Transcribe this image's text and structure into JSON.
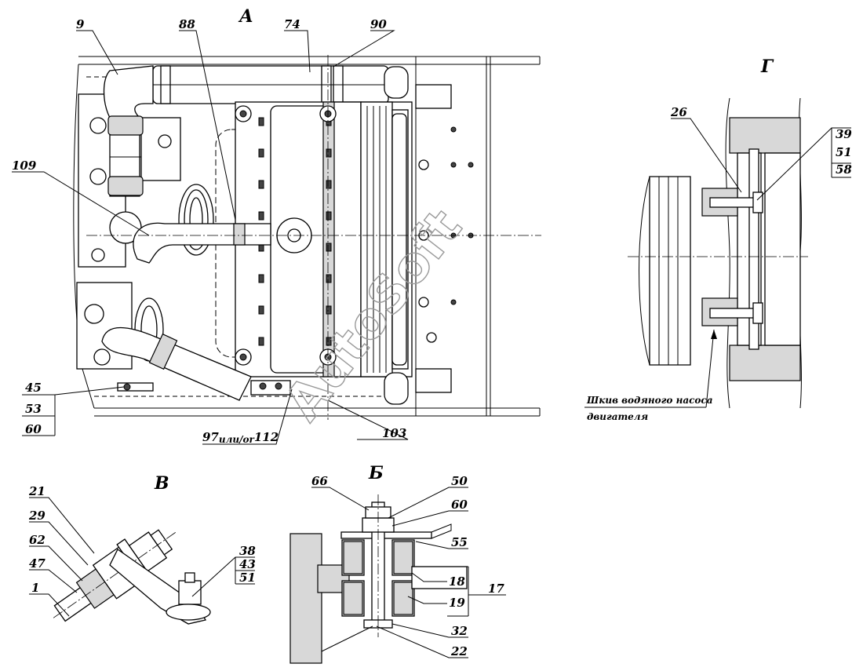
{
  "views": {
    "a": "А",
    "b": "Б",
    "v": "В",
    "g": "Г"
  },
  "callouts": {
    "main": {
      "c9": "9",
      "c88": "88",
      "c74": "74",
      "c90": "90",
      "c109": "109",
      "c45": "45",
      "c53": "53",
      "c60": "60",
      "c97": "97",
      "c97_suffix": "или/or",
      "c112": "112",
      "c103": "103"
    },
    "g": {
      "c26": "26",
      "c39": "39",
      "c51": "51",
      "c58": "58"
    },
    "v": {
      "c21": "21",
      "c29": "29",
      "c62": "62",
      "c47": "47",
      "c1": "1",
      "c38": "38",
      "c43": "43",
      "c51": "51"
    },
    "b": {
      "c66": "66",
      "c50": "50",
      "c60": "60",
      "c55": "55",
      "c18": "18",
      "c19": "19",
      "c17": "17",
      "c32": "32",
      "c22": "22"
    }
  },
  "caption_g": {
    "line1": "Шкив водяного насоса",
    "line2": "двигателя"
  },
  "watermark": "AutoSoft"
}
